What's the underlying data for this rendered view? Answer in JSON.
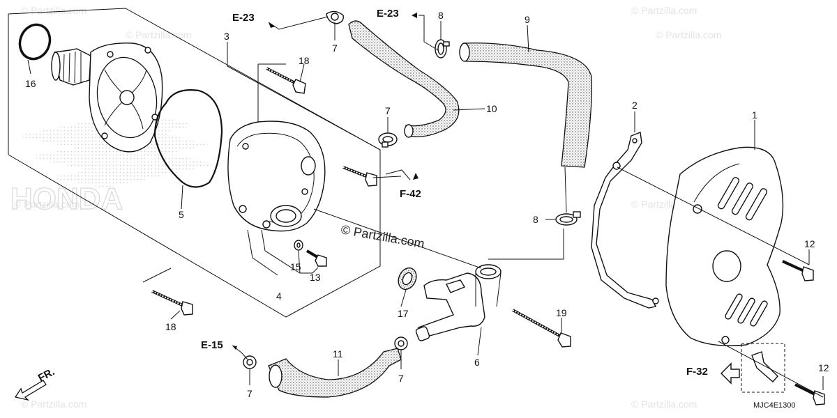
{
  "watermark": "© Partzilla.com",
  "center_watermark": "© Partzilla.com",
  "background_logo": "HONDA",
  "diagram_code": "MJC4E1300",
  "direction_label": "FR.",
  "references": {
    "e23_left": "E-23",
    "e23_right": "E-23",
    "f42": "F-42",
    "e15": "E-15",
    "f32": "F-32"
  },
  "callouts": {
    "c1": "1",
    "c2": "2",
    "c3": "3",
    "c4": "4",
    "c5": "5",
    "c6": "6",
    "c7a": "7",
    "c7b": "7",
    "c7c": "7",
    "c7d": "7",
    "c8a": "8",
    "c8b": "8",
    "c9": "9",
    "c10": "10",
    "c11": "11",
    "c12a": "12",
    "c12b": "12",
    "c13": "13",
    "c15": "15",
    "c16": "16",
    "c17": "17",
    "c18a": "18",
    "c18b": "18",
    "c19": "19"
  }
}
